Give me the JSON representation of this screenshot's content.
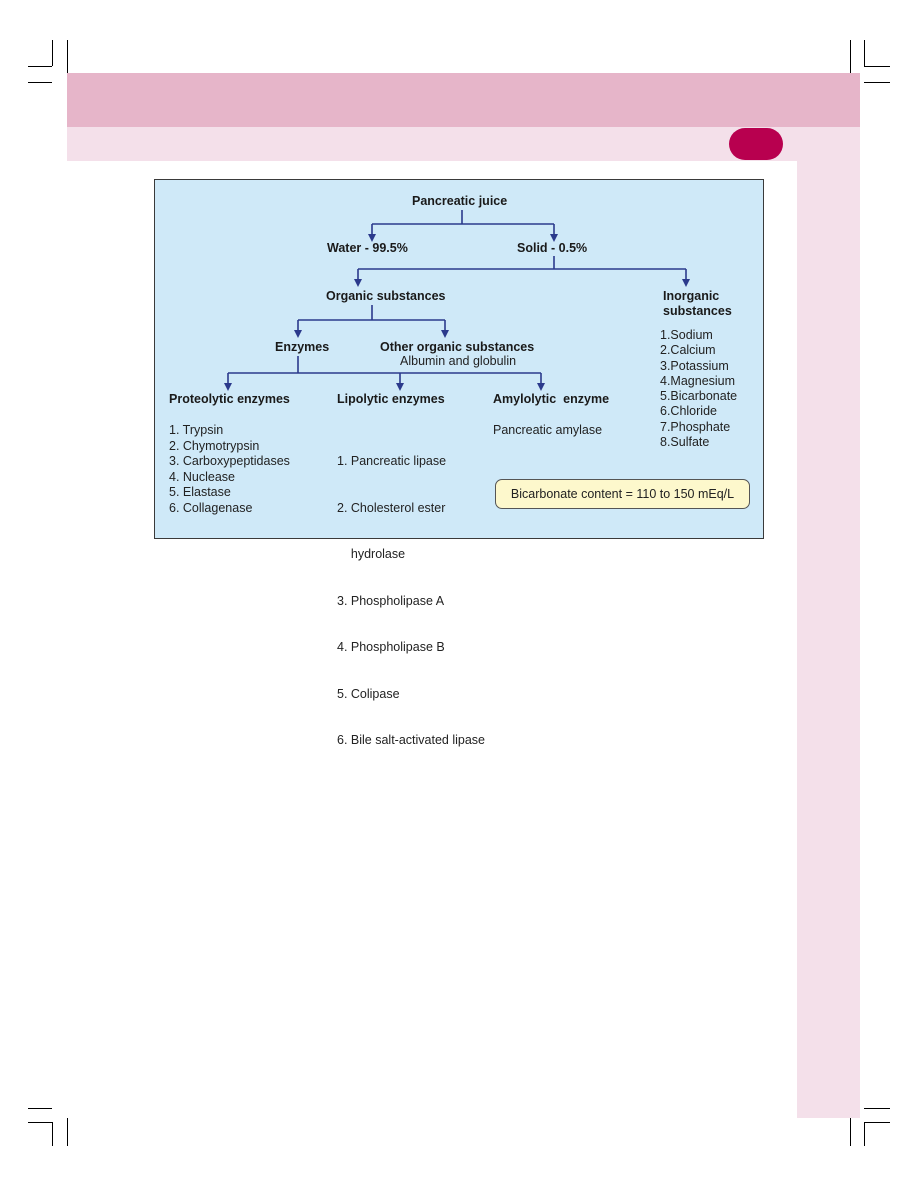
{
  "diagram": {
    "root": "Pancreatic juice",
    "water": "Water - 99.5%",
    "solid": "Solid - 0.5%",
    "organic": "Organic substances",
    "inorganic_title_line1": "Inorganic",
    "inorganic_title_line2": "substances",
    "enzymes": "Enzymes",
    "other_organic": "Other organic substances",
    "other_organic_detail": "Albumin and globulin",
    "proteolytic": {
      "title": "Proteolytic enzymes",
      "items": [
        "1. Trypsin",
        "2. Chymotrypsin",
        "3. Carboxypeptidases",
        "4. Nuclease",
        "5. Elastase",
        "6. Collagenase"
      ]
    },
    "lipolytic": {
      "title": "Lipolytic enzymes",
      "items": [
        "1. Pancreatic lipase",
        "2. Cholesterol ester",
        "    hydrolase",
        "3. Phospholipase A",
        "4. Phospholipase B",
        "5. Colipase",
        "6. Bile salt-activated lipase"
      ]
    },
    "amylolytic": {
      "title": "Amylolytic  enzyme",
      "items": [
        "Pancreatic amylase"
      ]
    },
    "inorganic_items": [
      "1.Sodium",
      "2.Calcium",
      "3.Potassium",
      "4.Magnesium",
      "5.Bicarbonate",
      "6.Chloride",
      "7.Phosphate",
      "8.Sulfate"
    ],
    "callout": "Bicarbonate content = 110 to 150 mEq/L"
  },
  "colors": {
    "header": "#e6b5c9",
    "header_light": "#f4e0ea",
    "tab": "#b8004f",
    "diagram_bg": "#cfe9f8",
    "connector": "#2b3a8c",
    "callout_bg": "#fdf8cc"
  }
}
